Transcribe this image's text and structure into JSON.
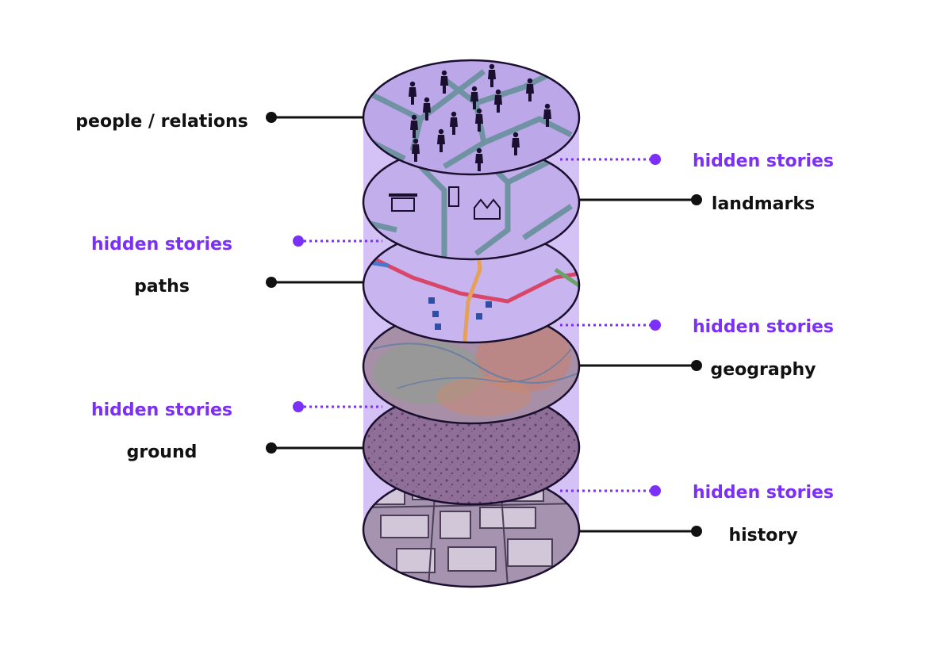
{
  "colors": {
    "accent": "#7b2ff7",
    "connector": "#111111",
    "cylinder": "#cdb6f4",
    "disc_outline": "#1a0f2e"
  },
  "layers": [
    {
      "key": "people",
      "label": "people / relations",
      "side": "left",
      "fill": "#bca7e8",
      "icon": "people-silhouettes-icon"
    },
    {
      "key": "landmarks",
      "label": "landmarks",
      "side": "right",
      "fill": "#c2aeea",
      "icon": "landmark-buildings-icon"
    },
    {
      "key": "paths",
      "label": "paths",
      "side": "left",
      "fill": "#c8b4ee",
      "icon": "metro-map-icon"
    },
    {
      "key": "geography",
      "label": "geography",
      "side": "right",
      "fill": "#a88fa8",
      "icon": "terrain-map-icon"
    },
    {
      "key": "ground",
      "label": "ground",
      "side": "left",
      "fill": "#8f6f98",
      "icon": "soil-texture-icon"
    },
    {
      "key": "history",
      "label": "history",
      "side": "right",
      "fill": "#a593b0",
      "icon": "historic-city-map-icon"
    }
  ],
  "hidden_stories": [
    {
      "text": "hidden stories",
      "side": "right"
    },
    {
      "text": "hidden stories",
      "side": "left"
    },
    {
      "text": "hidden stories",
      "side": "right"
    },
    {
      "text": "hidden stories",
      "side": "left"
    },
    {
      "text": "hidden stories",
      "side": "right"
    }
  ]
}
